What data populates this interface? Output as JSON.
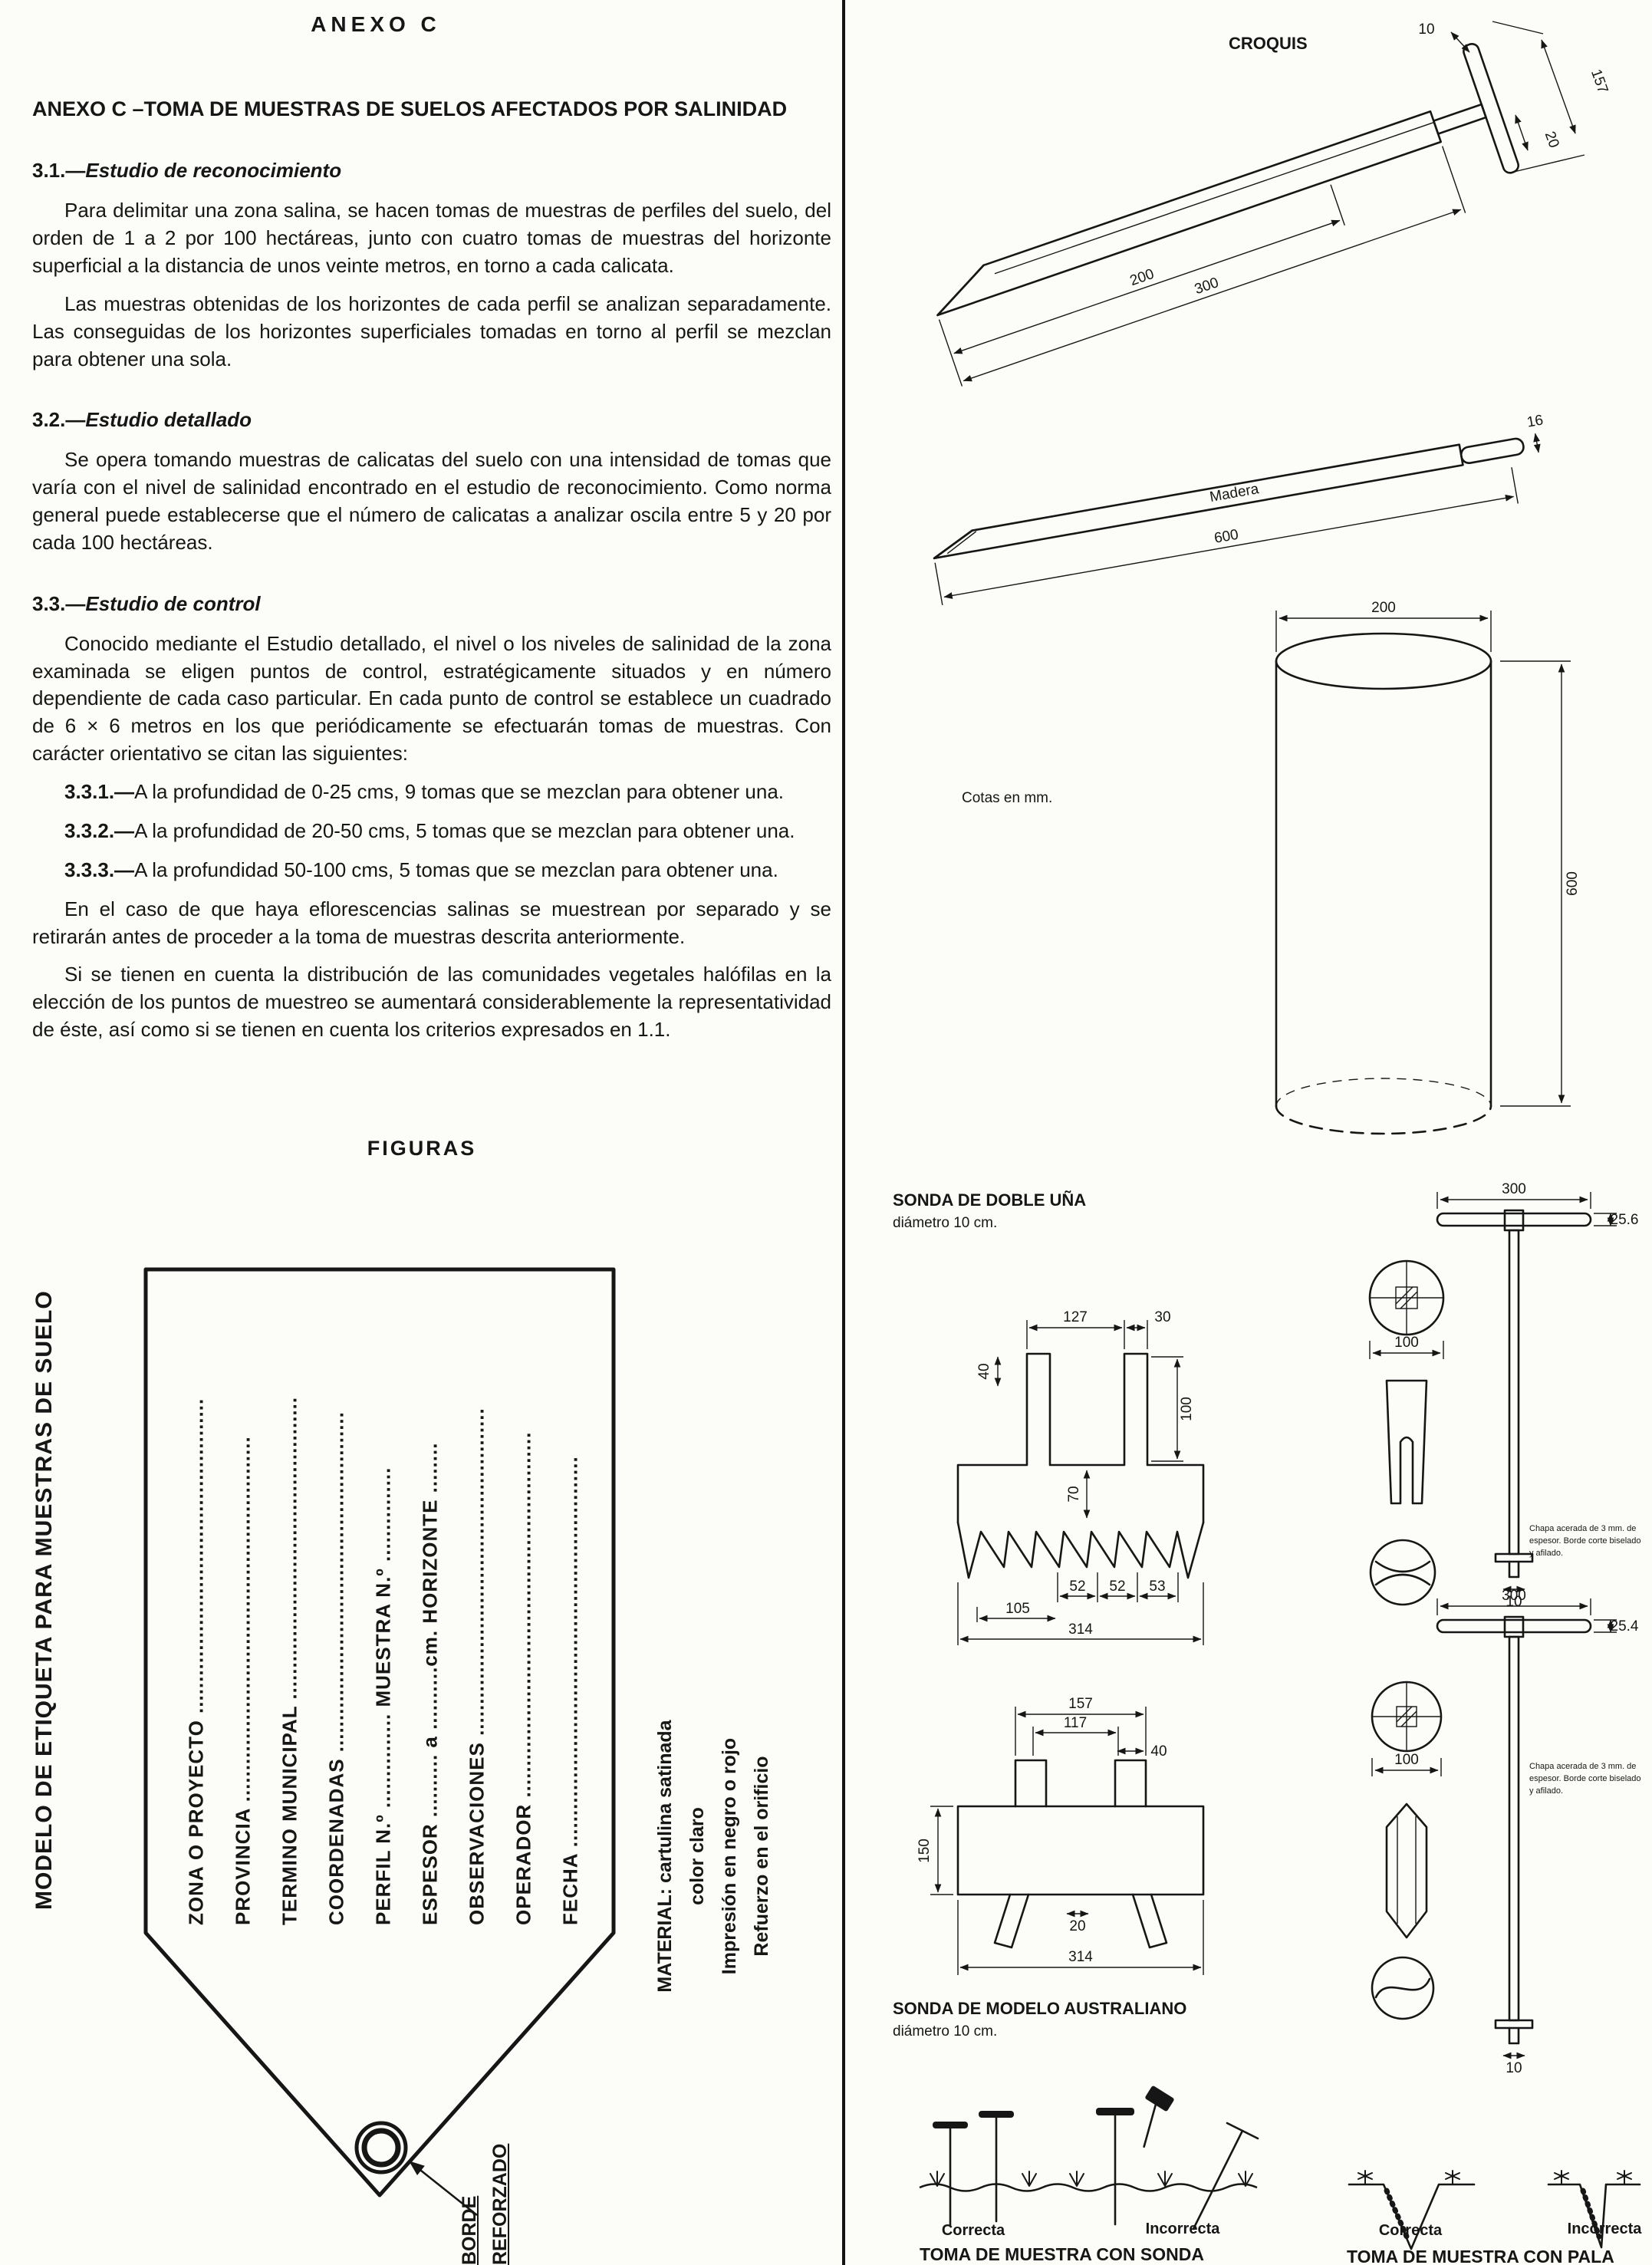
{
  "page": {
    "running_header": "ANEXO C"
  },
  "article": {
    "title": "ANEXO C –TOMA DE MUESTRAS DE SUELOS AFECTADOS POR SALINIDAD",
    "s31": {
      "num": "3.1.—",
      "name": "Estudio de reconocimiento",
      "p1": "Para delimitar una zona salina, se hacen tomas de muestras de perfiles del suelo, del orden de 1 a 2 por 100 hectáreas, junto con cuatro tomas de muestras del horizonte superficial a la distancia de unos veinte metros, en torno a cada calicata.",
      "p2": "Las muestras obtenidas de los horizontes de cada perfil se analizan separadamente. Las conseguidas de los horizontes superficiales tomadas en torno al perfil se mezclan para obtener una sola."
    },
    "s32": {
      "num": "3.2.—",
      "name": "Estudio detallado",
      "p1": "Se opera tomando muestras de calicatas del suelo con una intensidad de tomas que varía con el nivel de salinidad encontrado en el estudio de reconocimiento. Como norma general puede establecerse que el número de calicatas a analizar oscila entre 5 y 20 por cada 100 hectáreas."
    },
    "s33": {
      "num": "3.3.—",
      "name": "Estudio de control",
      "p1": "Conocido mediante el Estudio detallado, el nivel o los niveles de salinidad de la zona examinada se eligen puntos de control, estratégicamente situados y en número dependiente de cada caso particular. En cada punto de control se establece un cuadrado de 6 × 6 metros en los que periódicamente se efectuarán tomas de muestras. Con carácter orientativo se citan las siguientes:",
      "i1": {
        "num": "3.3.1.—",
        "text": "A la profundidad de 0-25 cms, 9 tomas que se mezclan para obtener una."
      },
      "i2": {
        "num": "3.3.2.—",
        "text": "A la profundidad de 20-50 cms, 5 tomas que se mezclan para obtener una."
      },
      "i3": {
        "num": "3.3.3.—",
        "text": "A la profundidad 50-100 cms, 5 tomas que se mezclan para obtener una."
      },
      "p2": "En el caso de que haya eflorescencias salinas se muestrean por separado y se retirarán antes de proceder a la toma de muestras descrita anteriormente.",
      "p3": "Si se tienen en cuenta la distribución de las comunidades vegetales halófilas en la elección de los puntos de muestreo se aumentará considerablemente la representatividad de éste, así como si se tienen en cuenta los criterios expresados en 1.1."
    },
    "figuras_heading": "FIGURAS"
  },
  "etiqueta": {
    "side_title": "MODELO DE ETIQUETA PARA MUESTRAS DE SUELO",
    "f1": "ZONA O PROYECTO ..................................................",
    "f2": "PROVINCIA ..........................................................",
    "f3": "TERMINO MUNICIPAL ................................................",
    "f4": "COORDENADAS ......................................................",
    "f5": "PERFIL N.º ............... MUESTRA N.º ...............",
    "f6": "ESPESOR .......... a ..........cm. HORIZONTE ........",
    "f7": "OBSERVACIONES ....................................................",
    "f8": "OPERADOR ..........................................................",
    "f9": "FECHA ..............................................................",
    "material_title": "MATERIAL: cartulina satinada",
    "material_l1": "color claro",
    "material_l2": "Impresión en negro o rojo",
    "material_l3": "Refuerzo en el orificio",
    "borde_l1": "BORDE",
    "borde_l2": "REFORZADO"
  },
  "croquis": {
    "title": "CROQUIS",
    "auger": {
      "d10": "10",
      "d157": "157",
      "d20": "20",
      "d200": "200",
      "d300": "300"
    },
    "madera": {
      "label": "Madera",
      "d600": "600",
      "d16": "16"
    },
    "cilindro": {
      "d200": "200",
      "d600": "600",
      "cotas": "Cotas en mm."
    },
    "dobleuna": {
      "title": "SONDA DE DOBLE UÑA",
      "subtitle": "diámetro 10 cm.",
      "dims": {
        "w127": "127",
        "w30": "30",
        "h40": "40",
        "h70": "70",
        "h100": "100",
        "b52a": "52",
        "b52b": "52",
        "b53": "53",
        "b105": "105",
        "b314": "314",
        "circle100": "100"
      },
      "tool": {
        "d300": "300",
        "dia": "25.6",
        "note1": "Chapa acerada de 3 mm. de",
        "note2": "espesor. Borde corte biselado",
        "note3": "y afilado.",
        "d10": "10"
      }
    },
    "australiano": {
      "title": "SONDA DE MODELO AUSTRALIANO",
      "subtitle": "diámetro 10 cm.",
      "dims": {
        "w157": "157",
        "w117": "117",
        "w40": "40",
        "h150": "150",
        "b20": "20",
        "b314": "314",
        "circle100": "100"
      },
      "tool": {
        "d300": "300",
        "dia": "25.4",
        "note1": "Chapa acerada de 3 mm. de",
        "note2": "espesor. Borde corte biselado",
        "note3": "y afilado.",
        "d10": "10"
      }
    },
    "escenas": {
      "c1": "Correcta",
      "i1": "Incorrecta",
      "t1": "TOMA DE MUESTRA CON SONDA",
      "c2": "Correcta",
      "i2": "Incorrecta",
      "t2": "TOMA DE MUESTRA CON PALA"
    }
  }
}
